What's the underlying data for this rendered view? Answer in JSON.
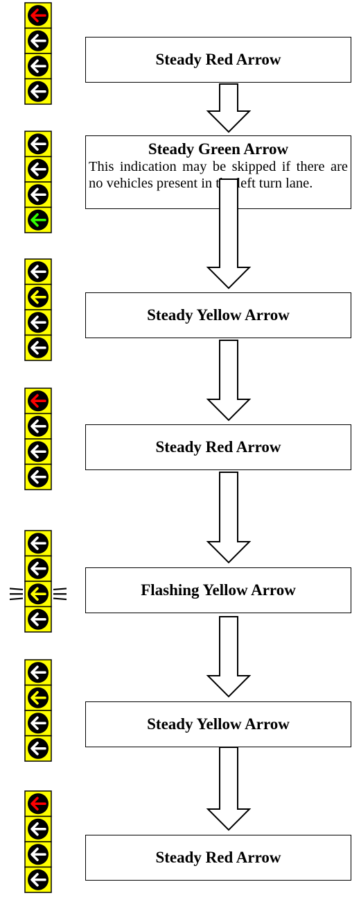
{
  "colors": {
    "housing": "#ffff00",
    "lens_off": "#000000",
    "red": "#ff0000",
    "yellow": "#ffff00",
    "green": "#33ff00",
    "arrow_off": "#ffffff"
  },
  "steps": [
    {
      "title": "Steady Red Arrow",
      "note": "",
      "signal": {
        "lit": 0,
        "color": "red",
        "flashing": false
      }
    },
    {
      "title": "Steady Green Arrow",
      "note": "This indication may be skipped if there are no vehicles present in the left turn lane.",
      "signal": {
        "lit": 3,
        "color": "green",
        "flashing": false
      }
    },
    {
      "title": "Steady Yellow Arrow",
      "note": "",
      "signal": {
        "lit": 1,
        "color": "yellow",
        "flashing": false
      }
    },
    {
      "title": "Steady Red Arrow",
      "note": "",
      "signal": {
        "lit": 0,
        "color": "red",
        "flashing": false
      }
    },
    {
      "title": "Flashing Yellow Arrow",
      "note": "",
      "signal": {
        "lit": 2,
        "color": "yellow",
        "flashing": true
      }
    },
    {
      "title": "Steady Yellow Arrow",
      "note": "",
      "signal": {
        "lit": 1,
        "color": "yellow",
        "flashing": false
      }
    },
    {
      "title": "Steady Red Arrow",
      "note": "",
      "signal": {
        "lit": 0,
        "color": "red",
        "flashing": false
      }
    }
  ],
  "flow_arrows_count": 6
}
